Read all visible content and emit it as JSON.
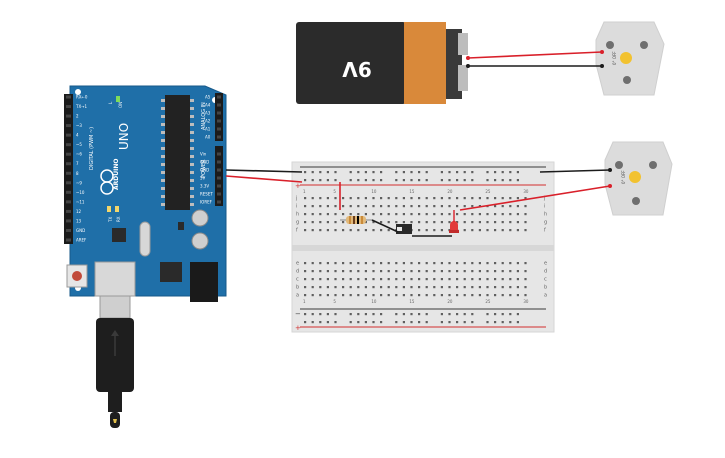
{
  "battery": {
    "label": "9V",
    "colors": {
      "body": "#2b2b2b",
      "band": "#d9893a",
      "terminal": "#3a3a3a"
    }
  },
  "arduino": {
    "model_label": "UNO",
    "brand_label": "ARDUINO",
    "digital_label": "DIGITAL (PWM ~)",
    "analog_label": "ANALOG IN",
    "power_label": "POWER",
    "on_label": "ON",
    "tx_label": "TX",
    "rx_label": "RX",
    "l_label": "L",
    "digital_pins": [
      "AREF",
      "GND",
      "13",
      "12",
      "~11",
      "~10",
      "~9",
      "8",
      "7",
      "~6",
      "~5",
      "4",
      "~3",
      "2",
      "TX→1",
      "RX←0"
    ],
    "power_pins": [
      "IOREF",
      "RESET",
      "3.3V",
      "5V",
      "GND",
      "GND",
      "Vin"
    ],
    "analog_pins": [
      "A0",
      "A1",
      "A2",
      "A3",
      "A4",
      "A5"
    ],
    "colors": {
      "board": "#1f6fa8",
      "board_edge": "#17598a",
      "header": "#1b1b1b",
      "chip": "#222222"
    }
  },
  "breadboard": {
    "top_rail_minus": "−",
    "top_rail_plus": "+",
    "bottom_rail_minus": "−",
    "bottom_rail_plus": "+",
    "row_letters_top": [
      "j",
      "i",
      "h",
      "g",
      "f"
    ],
    "row_letters_bottom": [
      "e",
      "d",
      "c",
      "b",
      "a"
    ],
    "column_numbers": [
      "1",
      "",
      "",
      "",
      "5",
      "",
      "",
      "",
      "",
      "10",
      "",
      "",
      "",
      "",
      "15",
      "",
      "",
      "",
      "",
      "20",
      "",
      "",
      "",
      "",
      "25",
      "",
      "",
      "",
      "",
      "30"
    ],
    "colors": {
      "body": "#e6e6e6",
      "hole": "#5f5f5f",
      "rail_red": "#d22f2f",
      "rail_blue": "#3a3a3a"
    }
  },
  "motors": [
    {
      "label": "0° OFF"
    },
    {
      "label": "0° OFF"
    }
  ],
  "components": {
    "resistor": {
      "colors": [
        "#c98a3a",
        "#6b3f1d",
        "#000000",
        "#c98a3a"
      ]
    },
    "led": {
      "color": "#e23b3b"
    },
    "transistor": {
      "color": "#2a2a2a"
    }
  },
  "wires": {
    "red": "#d9202a",
    "black": "#1c1c1c"
  }
}
